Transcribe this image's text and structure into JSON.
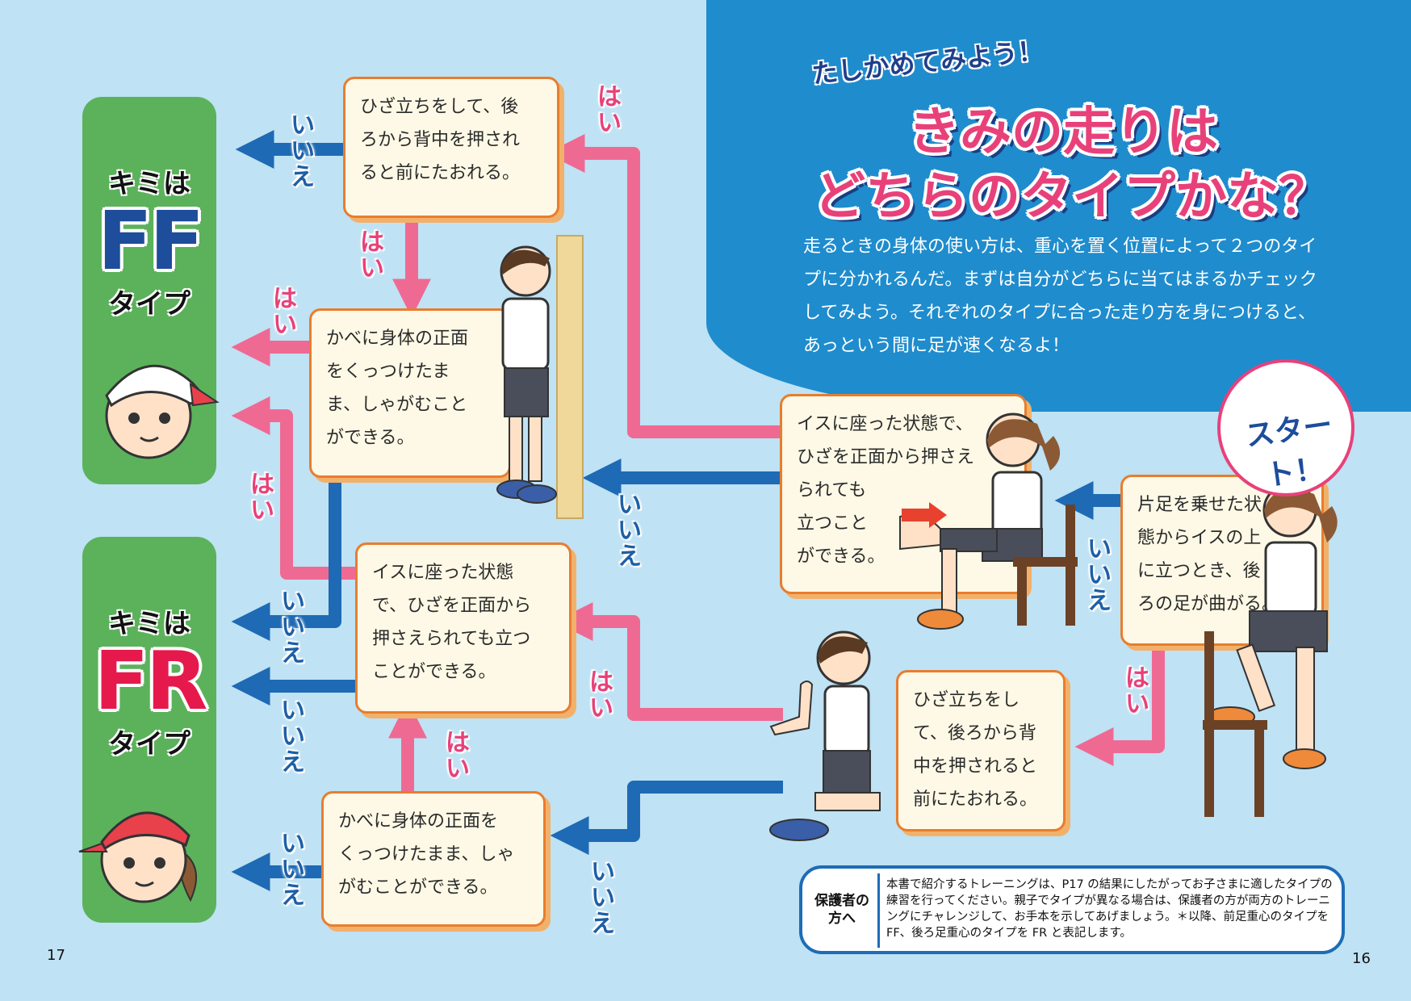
{
  "header": {
    "subtitle": "たしかめてみよう！",
    "title_line1": "きみの走りは",
    "title_line2": "どちらのタイプかな？"
  },
  "intro": "走るときの身体の使い方は、重心を置く位置によって２つのタイプに分かれるんだ。まずは自分がどちらに当てはまるかチェックしてみよう。それぞれのタイプに合った走り方を身につけると、あっという間に足が速くなるよ！",
  "start_label": "スタート！",
  "questions": {
    "start": "片足を乗せた状\n態からイスの上\nに立つとき、後\nろの足が曲がる。",
    "chair_knee_a": "イスに座った状態で、\nひざを正面から押さえ\nられても\n立つこと\nができる。",
    "kneel_a": "ひざ立ちをして、後\nろから背中を押され\nると前にたおれる。",
    "wall_a": "かべに身体の正面\nをくっつけたま\nま、しゃがむこと\nができる。",
    "kneel_b": "ひざ立ちをし\nて、後ろから背\n中を押されると\n前にたおれる。",
    "chair_knee_b": "イスに座った状態\nで、ひざを正面から\n押さえられても立つ\nことができる。",
    "wall_b": "かべに身体の正面を\nくっつけたまま、しゃ\nがむことができる。"
  },
  "labels": {
    "yes": "はい",
    "no": "いいえ"
  },
  "results": {
    "ff": {
      "kimi": "キミは",
      "code": "FF",
      "type": "タイプ",
      "color": "#1d4d9b"
    },
    "fr": {
      "kimi": "キミは",
      "code": "FR",
      "type": "タイプ",
      "color": "#e6194d"
    }
  },
  "parents_note": {
    "label": "保護者の方へ",
    "text": "本書で紹介するトレーニングは、P17 の結果にしたがってお子さまに適したタイプの練習を行ってください。親子でタイプが異なる場合は、保護者の方が両方のトレーニングにチャレンジして、お手本を示してあげましょう。＊以降、前足重心のタイプを FF、後ろ足重心のタイプを FR と表記します。"
  },
  "page_numbers": {
    "left": "17",
    "right": "16"
  },
  "colors": {
    "yes_arrow": "#ef6a93",
    "no_arrow": "#1e6ab4",
    "background": "#bfe2f4",
    "panel": "#1f8ccd"
  }
}
